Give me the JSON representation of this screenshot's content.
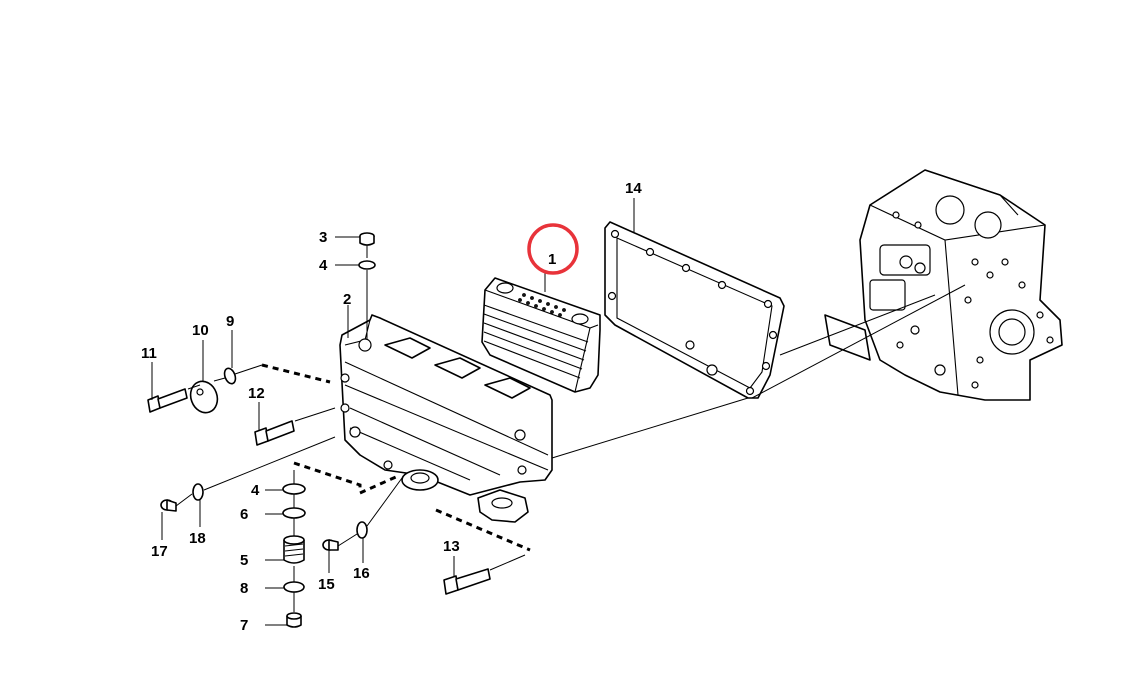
{
  "labels": {
    "l1": "1",
    "l2": "2",
    "l3": "3",
    "l4a": "4",
    "l4b": "4",
    "l5": "5",
    "l6": "6",
    "l7": "7",
    "l8": "8",
    "l9": "9",
    "l10": "10",
    "l11": "11",
    "l12": "12",
    "l13": "13",
    "l14": "14",
    "l15": "15",
    "l16": "16",
    "l17": "17",
    "l18": "18"
  },
  "colors": {
    "highlight_ring": "#e8333a",
    "line": "#000000",
    "background": "#ffffff"
  }
}
